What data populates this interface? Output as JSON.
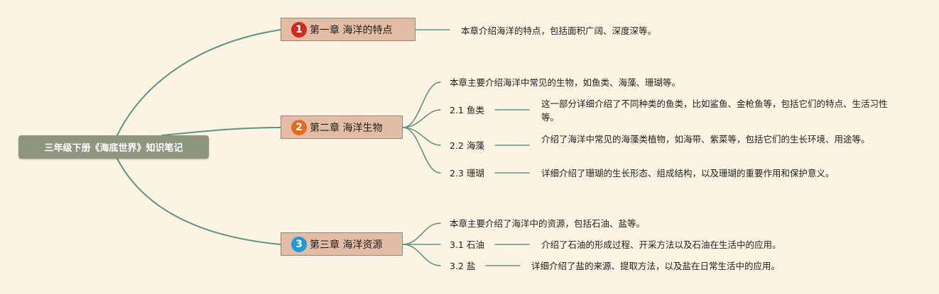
{
  "root": {
    "title": "三年级下册《海底世界》知识笔记"
  },
  "chapters": [
    {
      "badge": "1",
      "badge_color": "#d6281e",
      "title": "第一章 海洋的特点",
      "summary": "本章介绍海洋的特点，包括面积广阔、深度深等。"
    },
    {
      "badge": "2",
      "badge_color": "#e46a1c",
      "title": "第二章 海洋生物",
      "summary": "本章主要介绍海洋中常见的生物，如鱼类、海藻、珊瑚等。",
      "sections": [
        {
          "label": "2.1 鱼类",
          "desc": "这一部分详细介绍了不同种类的鱼类，比如鲨鱼、金枪鱼等，包括它们的特点、生活习性等。"
        },
        {
          "label": "2.2 海藻",
          "desc": "介绍了海洋中常见的海藻类植物，如海带、紫菜等，包括它们的生长环境、用途等。"
        },
        {
          "label": "2.3 珊瑚",
          "desc": "详细介绍了珊瑚的生长形态、组成结构，以及珊瑚的重要作用和保护意义。"
        }
      ]
    },
    {
      "badge": "3",
      "badge_color": "#1f9ad6",
      "title": "第三章 海洋资源",
      "summary": "本章主要介绍了海洋中的资源，包括石油、盐等。",
      "sections": [
        {
          "label": "3.1 石油",
          "desc": "介绍了石油的形成过程、开采方法以及石油在生活中的应用。"
        },
        {
          "label": "3.2 盐",
          "desc": "详细介绍了盐的来源、提取方法，以及盐在日常生活中的应用。"
        }
      ]
    }
  ],
  "colors": {
    "line": "#5e9486",
    "root_bg": "#8f9680",
    "chapter_bg": "#e3bca6",
    "background": "#fcf3e2"
  }
}
